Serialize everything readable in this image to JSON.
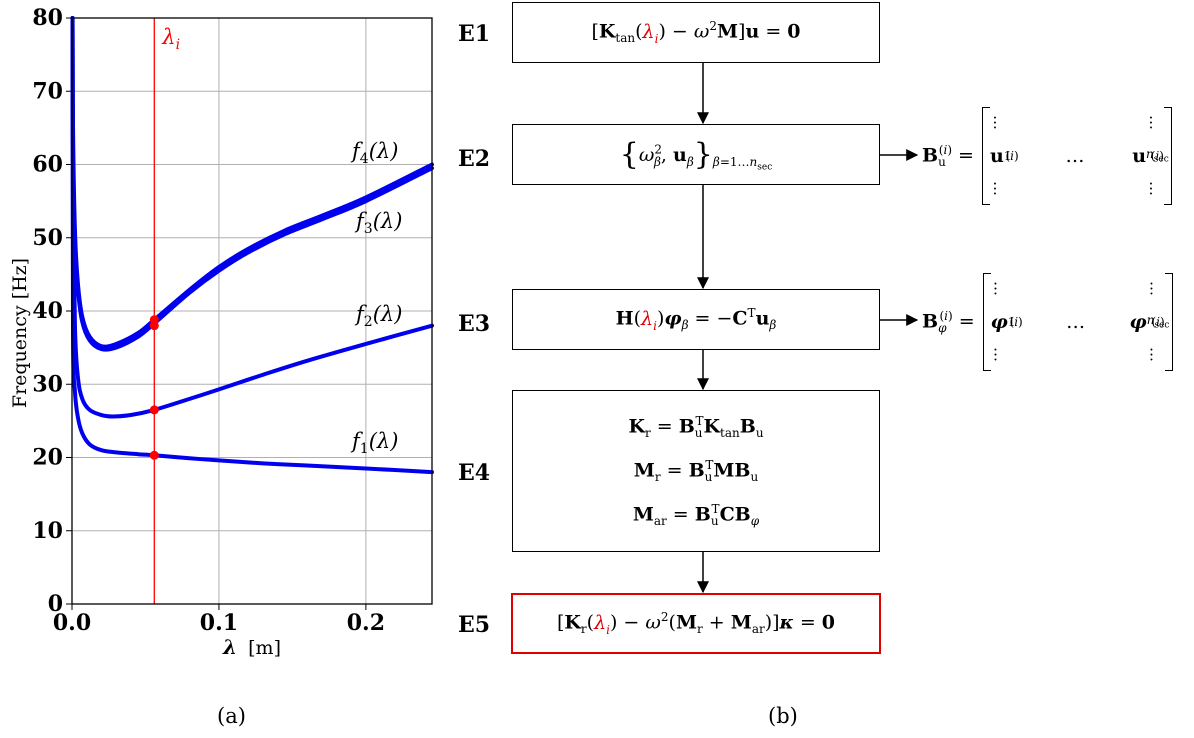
{
  "chart_data": {
    "type": "line",
    "xlabel_symbol": "λ",
    "xlabel_unit": "[m]",
    "ylabel": "Frequency [Hz]",
    "xlim": [
      0.0,
      0.245
    ],
    "ylim": [
      0,
      80
    ],
    "xticks": [
      0.0,
      0.1,
      0.2
    ],
    "xtick_labels": [
      "0.0",
      "0.1",
      "0.2"
    ],
    "yticks": [
      0,
      10,
      20,
      30,
      40,
      50,
      60,
      70,
      80
    ],
    "ytick_labels": [
      "0",
      "10",
      "20",
      "30",
      "40",
      "50",
      "60",
      "70",
      "80"
    ],
    "grid": true,
    "series_color": "#0000ee",
    "marker_color": "#ff0000",
    "vline": {
      "x": 0.056,
      "label": "λ",
      "label_sub": "i",
      "color": "#ff0000"
    },
    "series": [
      {
        "name": "f₁(λ)",
        "label_base": "f",
        "label_sub": "1",
        "label_arg": "(λ)",
        "x": [
          0.0007,
          0.002,
          0.004,
          0.007,
          0.012,
          0.02,
          0.03,
          0.045,
          0.056,
          0.08,
          0.1,
          0.13,
          0.16,
          0.2,
          0.245
        ],
        "y": [
          37.0,
          29.0,
          25.5,
          23.3,
          21.8,
          21.0,
          20.7,
          20.45,
          20.3,
          19.9,
          19.6,
          19.2,
          18.9,
          18.5,
          18.0
        ]
      },
      {
        "name": "f₂(λ)",
        "label_base": "f",
        "label_sub": "2",
        "label_arg": "(λ)",
        "x": [
          0.0007,
          0.002,
          0.004,
          0.007,
          0.012,
          0.02,
          0.028,
          0.04,
          0.056,
          0.08,
          0.1,
          0.13,
          0.16,
          0.2,
          0.245
        ],
        "y": [
          58.0,
          38.0,
          31.0,
          28.0,
          26.5,
          25.8,
          25.6,
          25.8,
          26.5,
          28.0,
          29.3,
          31.3,
          33.2,
          35.5,
          38.0
        ]
      },
      {
        "name": "f₃(λ)",
        "label_base": "f",
        "label_sub": "3",
        "label_arg": "(λ)",
        "x": [
          0.0007,
          0.002,
          0.004,
          0.007,
          0.012,
          0.02,
          0.03,
          0.045,
          0.056,
          0.08,
          0.1,
          0.12,
          0.145,
          0.17,
          0.2,
          0.245
        ],
        "y": [
          60.0,
          50.0,
          43.0,
          38.5,
          36.0,
          34.8,
          35.0,
          36.5,
          38.3,
          42.5,
          45.5,
          48.0,
          50.5,
          52.5,
          55.0,
          59.5
        ]
      },
      {
        "name": "f₄(λ)",
        "label_base": "f",
        "label_sub": "4",
        "label_arg": "(λ)",
        "x": [
          0.0007,
          0.002,
          0.004,
          0.007,
          0.012,
          0.02,
          0.03,
          0.045,
          0.056,
          0.08,
          0.1,
          0.12,
          0.145,
          0.17,
          0.2,
          0.245
        ],
        "y": [
          65.0,
          51.0,
          43.8,
          39.2,
          36.5,
          35.2,
          35.5,
          37.0,
          38.8,
          42.9,
          46.0,
          48.5,
          51.0,
          53.0,
          55.5,
          60.0
        ]
      }
    ],
    "markers": [
      {
        "x": 0.056,
        "y": 20.3
      },
      {
        "x": 0.056,
        "y": 26.5
      },
      {
        "x": 0.056,
        "y": 38.0
      },
      {
        "x": 0.056,
        "y": 38.8
      }
    ]
  },
  "flowchart": {
    "steps": [
      {
        "id": "E1",
        "equation": "[K_tan(λ_i) − ω²M]u = 0"
      },
      {
        "id": "E2",
        "equation": "{ω_β², u_β}_{β=1…n_sec}"
      },
      {
        "id": "E3",
        "equation": "H(λ_i)φ_β = −Cᵀu_β"
      },
      {
        "id": "E4",
        "equations": [
          "K_r = B_uᵀ K_tan B_u",
          "M_r = B_uᵀ M B_u",
          "M_ar = B_uᵀ C B_φ"
        ]
      },
      {
        "id": "E5",
        "equation": "[K_r(λ_i) − ω²(M_r + M_ar)]κ = 0"
      }
    ],
    "highlight_color": "#e00000",
    "matrix_Bu": {
      "name": "B_u^(i)",
      "first": "u_1^(i)",
      "ellipsis": "…",
      "last": "u_nsec^(i)"
    },
    "matrix_Bphi": {
      "name": "B_φ^(i)",
      "first": "φ_1^(i)",
      "ellipsis": "…",
      "last": "φ_nsec^(i)"
    }
  },
  "captions": {
    "a": "(a)",
    "b": "(b)"
  }
}
